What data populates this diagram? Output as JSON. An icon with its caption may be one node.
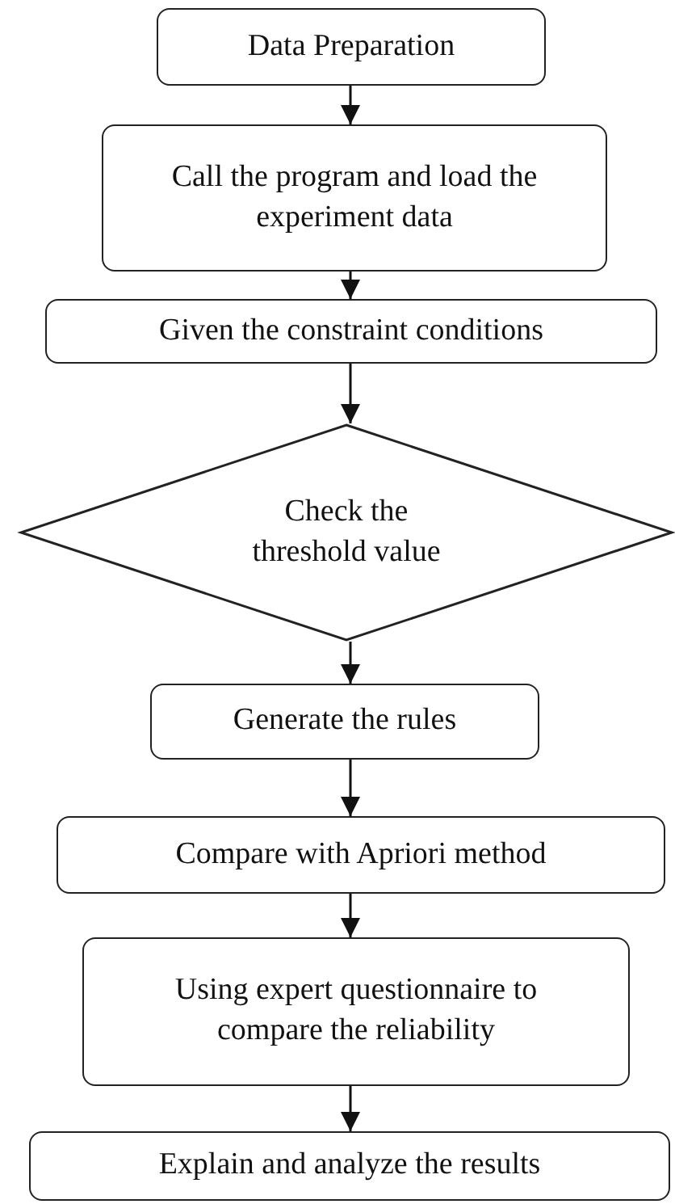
{
  "diagram": {
    "nodes": [
      {
        "text": [
          "Data Preparation"
        ]
      },
      {
        "text": [
          "Call the program and load the experiment data"
        ]
      },
      {
        "text": [
          "Given the constraint conditions"
        ]
      },
      {
        "text": [
          "Check the threshold value"
        ]
      },
      {
        "text": [
          "Generate the rules"
        ]
      },
      {
        "text": [
          "Compare with Apriori method"
        ]
      },
      {
        "text": [
          "Using expert questionnaire to compare the reliability"
        ]
      },
      {
        "text": [
          "Explain and analyze the results"
        ]
      }
    ],
    "edges": [
      {
        "from": 0,
        "to": 1,
        "arrow": "to"
      },
      {
        "from": 1,
        "to": 2,
        "arrow": "to"
      },
      {
        "from": 2,
        "to": 3,
        "arrow": "to"
      },
      {
        "from": 3,
        "to": 4,
        "arrow": "to"
      },
      {
        "from": 4,
        "to": 5,
        "arrow": "to"
      },
      {
        "from": 5,
        "to": 6,
        "arrow": "to"
      },
      {
        "from": 6,
        "to": 7,
        "arrow": "to"
      }
    ]
  }
}
